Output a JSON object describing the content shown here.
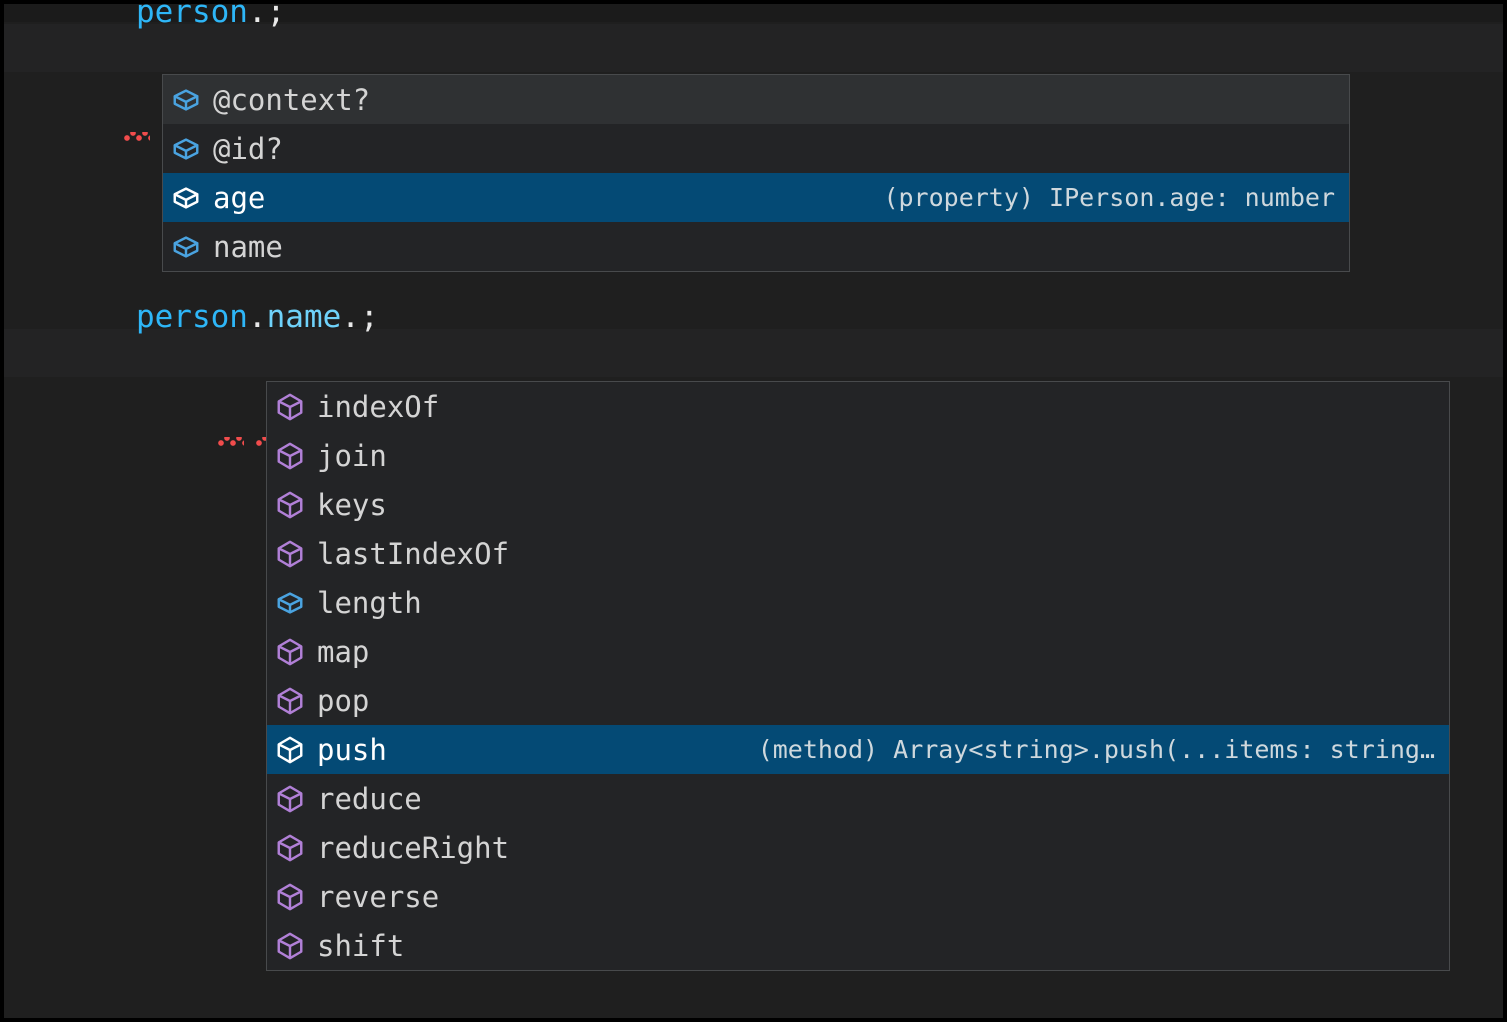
{
  "editor": {
    "background_color": "#1f1f1f",
    "line_highlight_color": "#232324",
    "lines": [
      {
        "name": "code-line-1",
        "segments": [
          {
            "text": "person",
            "kind": "variable"
          },
          {
            "text": ".",
            "kind": "punctuation"
          },
          {
            "text": ";",
            "kind": "punctuation"
          }
        ],
        "full_text": "person.;",
        "has_error_squiggle": true
      },
      {
        "name": "code-line-2",
        "segments": [
          {
            "text": "person",
            "kind": "variable"
          },
          {
            "text": ".",
            "kind": "punctuation"
          },
          {
            "text": "name",
            "kind": "property"
          },
          {
            "text": ".",
            "kind": "punctuation"
          },
          {
            "text": ";",
            "kind": "punctuation"
          }
        ],
        "full_text": "person.name.;",
        "has_error_squiggle": true
      }
    ],
    "colors": {
      "variable": "#2eb6f7",
      "property": "#6fd2fa",
      "punctuation": "#e8e8e8",
      "error_squiggle": "#f14c4c",
      "selection": "#044a75",
      "hover": "#2f3133",
      "method_icon": "#b180d7",
      "property_icon": "#4aa3e0"
    }
  },
  "popups": [
    {
      "name": "suggest-widget-person",
      "items": [
        {
          "label": "@context?",
          "icon": "property-cube-icon",
          "icon_kind": "property",
          "state": "hovered",
          "detail": ""
        },
        {
          "label": "@id?",
          "icon": "property-cube-icon",
          "icon_kind": "property",
          "state": "normal",
          "detail": ""
        },
        {
          "label": "age",
          "icon": "property-cube-icon",
          "icon_kind": "property",
          "state": "selected",
          "detail": "(property) IPerson.age: number"
        },
        {
          "label": "name",
          "icon": "property-cube-icon",
          "icon_kind": "property",
          "state": "normal",
          "detail": ""
        }
      ]
    },
    {
      "name": "suggest-widget-person-name",
      "items": [
        {
          "label": "indexOf",
          "icon": "method-cube-icon",
          "icon_kind": "method",
          "state": "normal",
          "detail": ""
        },
        {
          "label": "join",
          "icon": "method-cube-icon",
          "icon_kind": "method",
          "state": "normal",
          "detail": ""
        },
        {
          "label": "keys",
          "icon": "method-cube-icon",
          "icon_kind": "method",
          "state": "normal",
          "detail": ""
        },
        {
          "label": "lastIndexOf",
          "icon": "method-cube-icon",
          "icon_kind": "method",
          "state": "normal",
          "detail": ""
        },
        {
          "label": "length",
          "icon": "property-cube-icon",
          "icon_kind": "property",
          "state": "normal",
          "detail": ""
        },
        {
          "label": "map",
          "icon": "method-cube-icon",
          "icon_kind": "method",
          "state": "normal",
          "detail": ""
        },
        {
          "label": "pop",
          "icon": "method-cube-icon",
          "icon_kind": "method",
          "state": "normal",
          "detail": ""
        },
        {
          "label": "push",
          "icon": "method-cube-icon",
          "icon_kind": "method",
          "state": "selected",
          "detail": "(method) Array<string>.push(...items: string…"
        },
        {
          "label": "reduce",
          "icon": "method-cube-icon",
          "icon_kind": "method",
          "state": "normal",
          "detail": ""
        },
        {
          "label": "reduceRight",
          "icon": "method-cube-icon",
          "icon_kind": "method",
          "state": "normal",
          "detail": ""
        },
        {
          "label": "reverse",
          "icon": "method-cube-icon",
          "icon_kind": "method",
          "state": "normal",
          "detail": ""
        },
        {
          "label": "shift",
          "icon": "method-cube-icon",
          "icon_kind": "method",
          "state": "normal",
          "detail": ""
        }
      ]
    }
  ]
}
